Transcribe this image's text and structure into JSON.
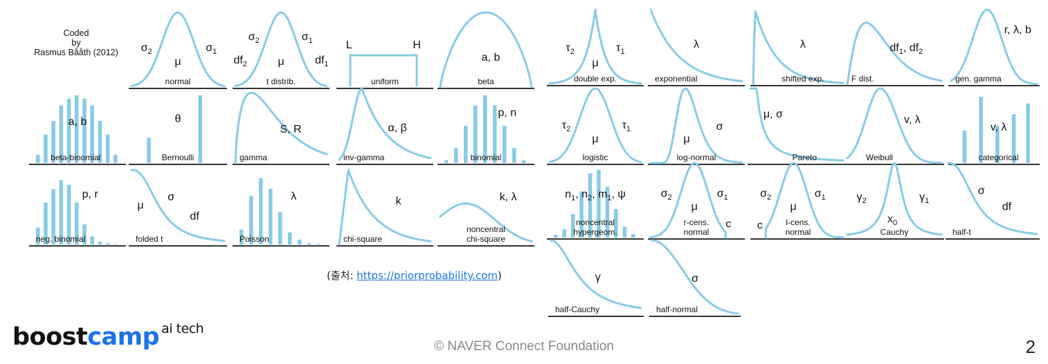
{
  "credit": {
    "line1": "Coded",
    "line2": "by",
    "line3": "Rasmus Bååth (2012)"
  },
  "source": {
    "prefix": "(출처: ",
    "link": "https://priorprobability.com",
    "suffix": ")"
  },
  "logo": {
    "part1": "boost",
    "part2": "camp",
    "part3": "ai tech"
  },
  "footer": "©  NAVER Connect Foundation",
  "page_number": "2",
  "colors": {
    "curve": "#87cbe6",
    "baseline": "#333333",
    "link": "#1a73e8",
    "logo_blue": "#1a73e8"
  },
  "distributions": [
    {
      "name": "normal",
      "params": "σ₂ μ σ₁",
      "param_labels": [
        "σ2",
        "μ",
        "σ1"
      ]
    },
    {
      "name": "t distrib.",
      "param_labels": [
        "σ2",
        "σ1",
        "df2",
        "μ",
        "df1"
      ]
    },
    {
      "name": "uniform",
      "param_labels": [
        "L",
        "H"
      ]
    },
    {
      "name": "beta",
      "param_labels": [
        "a, b"
      ]
    },
    {
      "name": "double exp.",
      "param_labels": [
        "τ2",
        "μ",
        "τ1"
      ]
    },
    {
      "name": "exponential",
      "param_labels": [
        "λ"
      ]
    },
    {
      "name": "shifted exp.",
      "param_labels": [
        "λ"
      ]
    },
    {
      "name": "F dist.",
      "param_labels": [
        "df1, df2"
      ]
    },
    {
      "name": "gen. gamma",
      "param_labels": [
        "r, λ, b"
      ]
    },
    {
      "name": "beta-binomial",
      "param_labels": [
        "a, b"
      ]
    },
    {
      "name": "Bernoulli",
      "param_labels": [
        "θ"
      ]
    },
    {
      "name": "gamma",
      "param_labels": [
        "S, R"
      ]
    },
    {
      "name": "inv-gamma",
      "param_labels": [
        "α, β"
      ]
    },
    {
      "name": "binomial",
      "param_labels": [
        "p, n"
      ]
    },
    {
      "name": "logistic",
      "param_labels": [
        "τ2",
        "μ",
        "τ1"
      ]
    },
    {
      "name": "log-normal",
      "param_labels": [
        "μ",
        "σ"
      ]
    },
    {
      "name": "Pareto",
      "param_labels": [
        "μ, σ"
      ]
    },
    {
      "name": "Weibull",
      "param_labels": [
        "v, λ"
      ]
    },
    {
      "name": "categorical",
      "param_labels": [
        "v, λ"
      ]
    },
    {
      "name": "neg. binomial",
      "param_labels": [
        "p, r"
      ]
    },
    {
      "name": "folded t",
      "param_labels": [
        "μ",
        "σ",
        "df"
      ]
    },
    {
      "name": "Poisson",
      "param_labels": [
        "λ"
      ]
    },
    {
      "name": "chi-square",
      "param_labels": [
        "k"
      ]
    },
    {
      "name": "noncentral chi-square",
      "name_lines": [
        "noncentral",
        "chi-square"
      ],
      "param_labels": [
        "k, λ"
      ]
    },
    {
      "name": "noncentral hypergeom.",
      "name_lines": [
        "noncentral",
        "hypergeom."
      ],
      "param_labels": [
        "n1, n2, m1, ψ"
      ]
    },
    {
      "name": "r-cens. normal",
      "name_lines": [
        "r-cens.",
        "normal"
      ],
      "param_labels": [
        "σ2",
        "μ",
        "σ1",
        "c"
      ]
    },
    {
      "name": "l-cens. normal",
      "name_lines": [
        "l-cens.",
        "normal"
      ],
      "param_labels": [
        "σ2",
        "μ",
        "σ1",
        "c"
      ]
    },
    {
      "name": "Cauchy",
      "param_labels": [
        "γ2",
        "x0",
        "γ1"
      ]
    },
    {
      "name": "half-t",
      "param_labels": [
        "σ",
        "df"
      ]
    },
    {
      "name": "half-Cauchy",
      "param_labels": [
        "γ"
      ]
    },
    {
      "name": "half-normal",
      "param_labels": [
        "σ"
      ]
    }
  ]
}
